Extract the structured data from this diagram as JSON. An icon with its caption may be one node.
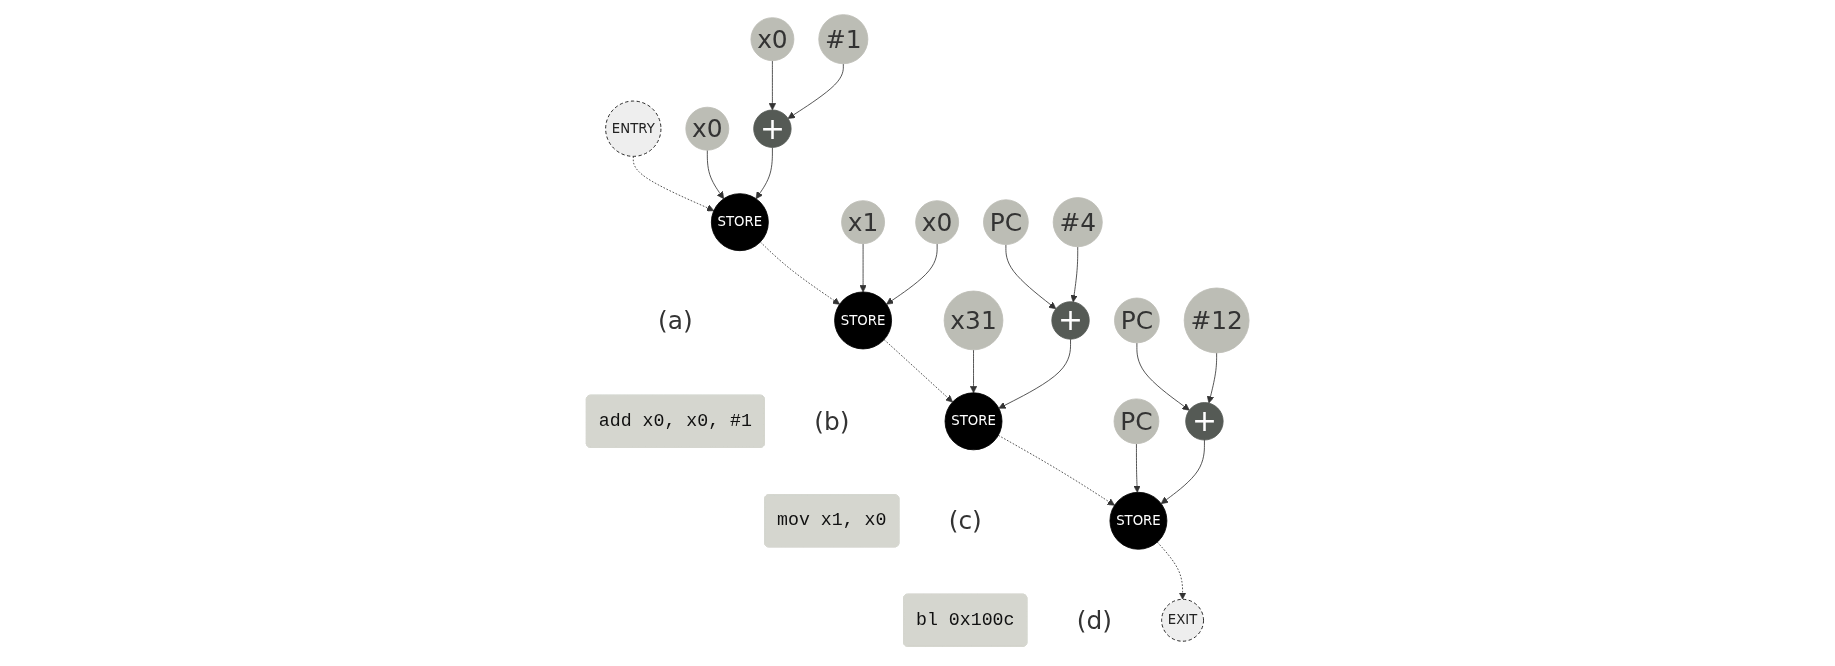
{
  "diagram": {
    "nodes": [
      {
        "text": [
          "ENTRY"
        ]
      },
      {
        "text": [
          "x0"
        ]
      },
      {
        "text": [
          "#1"
        ]
      },
      {
        "text": [
          "x0"
        ]
      },
      {
        "text": [
          "+"
        ]
      },
      {
        "text": [
          "STORE"
        ],
        "beside": [
          "(a)"
        ]
      },
      {
        "text": [
          "x1"
        ]
      },
      {
        "text": [
          "x0"
        ]
      },
      {
        "text": [
          "STORE"
        ],
        "beside": [
          "(b)"
        ]
      },
      {
        "text": [
          "PC"
        ]
      },
      {
        "text": [
          "#4"
        ]
      },
      {
        "text": [
          "x31"
        ]
      },
      {
        "text": [
          "+"
        ]
      },
      {
        "text": [
          "STORE"
        ],
        "beside": [
          "(c)"
        ]
      },
      {
        "text": [
          "PC"
        ]
      },
      {
        "text": [
          "#12"
        ]
      },
      {
        "text": [
          "PC"
        ]
      },
      {
        "text": [
          "+"
        ]
      },
      {
        "text": [
          "STORE"
        ],
        "beside": [
          "(d)"
        ]
      },
      {
        "text": [
          "EXIT"
        ]
      },
      {
        "text": [
          "add x0, x0, #1"
        ]
      },
      {
        "text": [
          "mov x1, x0"
        ]
      },
      {
        "text": [
          "bl 0x100c"
        ]
      }
    ],
    "edges": [
      {
        "from": 0,
        "to": 5,
        "arrow": "to",
        "style": "dashed"
      },
      {
        "from": 1,
        "to": 4,
        "arrow": "to"
      },
      {
        "from": 2,
        "to": 4,
        "arrow": "to"
      },
      {
        "from": 3,
        "to": 5,
        "arrow": "to"
      },
      {
        "from": 4,
        "to": 5,
        "arrow": "to"
      },
      {
        "from": 5,
        "to": 8,
        "arrow": "to",
        "style": "dashed"
      },
      {
        "from": 6,
        "to": 8,
        "arrow": "to"
      },
      {
        "from": 7,
        "to": 8,
        "arrow": "to"
      },
      {
        "from": 8,
        "to": 13,
        "arrow": "to",
        "style": "dashed"
      },
      {
        "from": 9,
        "to": 12,
        "arrow": "to"
      },
      {
        "from": 10,
        "to": 12,
        "arrow": "to"
      },
      {
        "from": 11,
        "to": 13,
        "arrow": "to"
      },
      {
        "from": 12,
        "to": 13,
        "arrow": "to"
      },
      {
        "from": 13,
        "to": 18,
        "arrow": "to",
        "style": "dashed"
      },
      {
        "from": 14,
        "to": 17,
        "arrow": "to"
      },
      {
        "from": 15,
        "to": 17,
        "arrow": "to"
      },
      {
        "from": 16,
        "to": 18,
        "arrow": "to"
      },
      {
        "from": 17,
        "to": 18,
        "arrow": "to"
      },
      {
        "from": 18,
        "to": 19,
        "arrow": "to",
        "style": "dashed"
      }
    ]
  }
}
